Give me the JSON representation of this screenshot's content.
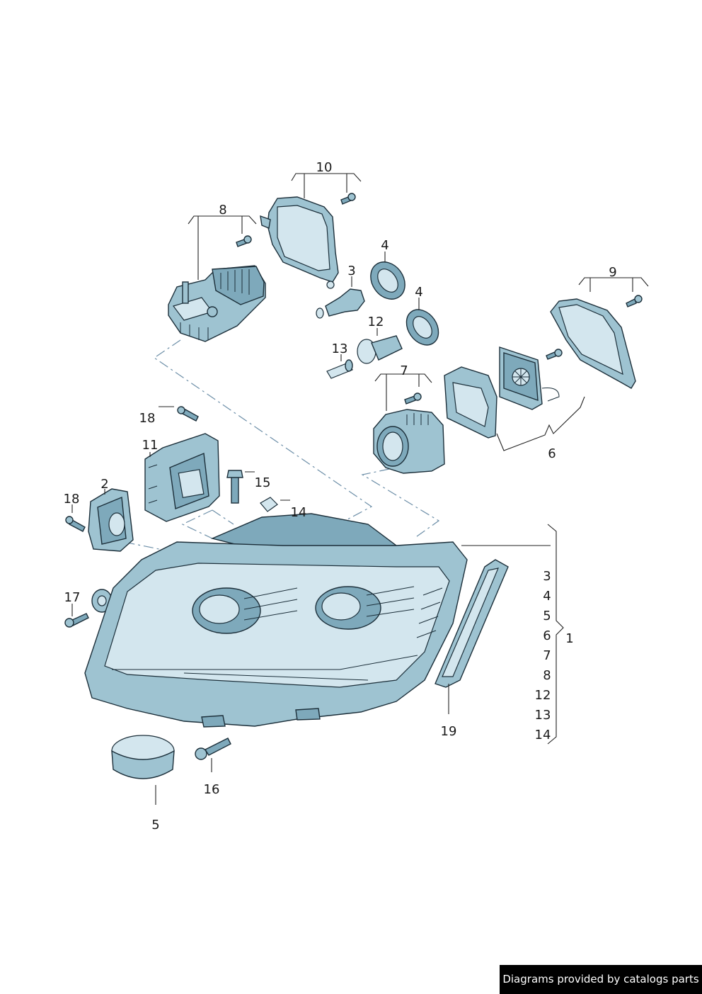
{
  "callouts": {
    "c1": "1",
    "c2": "2",
    "c3": "3",
    "c4a": "4",
    "c4b": "4",
    "c5": "5",
    "c6": "6",
    "c7": "7",
    "c8": "8",
    "c9": "9",
    "c10": "10",
    "c11": "11",
    "c12": "12",
    "c13": "13",
    "c14": "14",
    "c15": "15",
    "c16": "16",
    "c17": "17",
    "c18a": "18",
    "c18b": "18",
    "c19": "19"
  },
  "bracket_list": [
    "3",
    "4",
    "5",
    "6",
    "7",
    "8",
    "12",
    "13",
    "14"
  ],
  "footer": {
    "credit": "Diagrams provided by catalogs parts"
  },
  "colors": {
    "part_fill": "#9ec3d1",
    "outline": "#1c2f3a",
    "leader_dash": "#6d8fa8",
    "credit_bg": "#000000"
  }
}
